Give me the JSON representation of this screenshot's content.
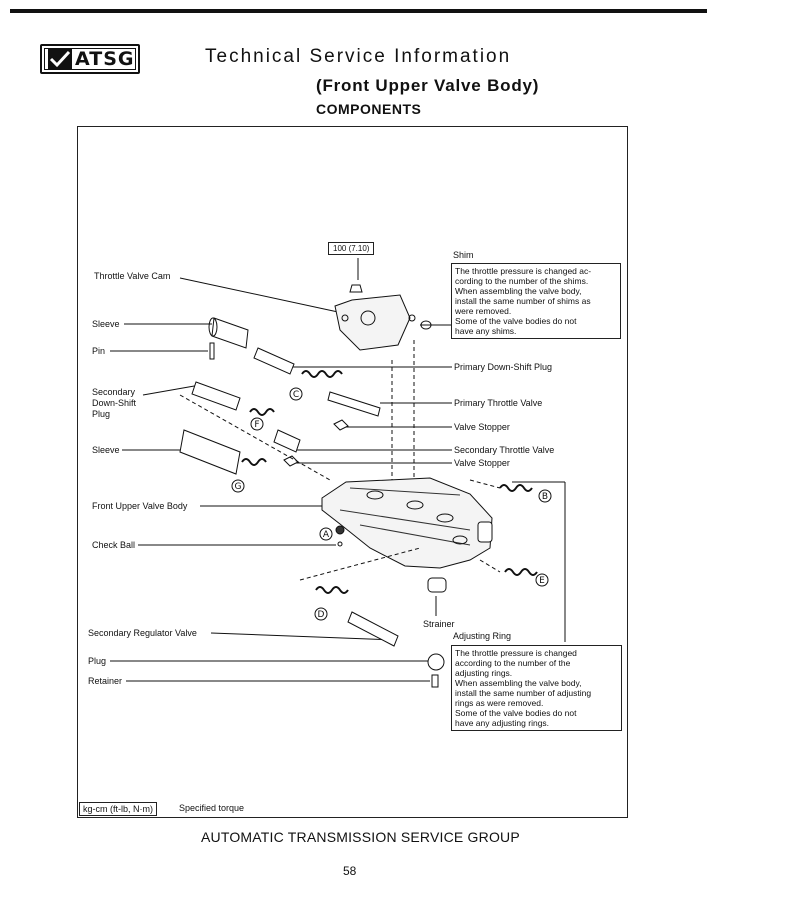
{
  "header": {
    "logo_text": "ATSG",
    "title": "Technical Service Information",
    "subtitle": "(Front Upper Valve Body)",
    "section": "COMPONENTS"
  },
  "diagram": {
    "torque_value": "100 (7.10)",
    "labels": {
      "throttle_valve_cam": "Throttle Valve Cam",
      "sleeve_1": "Sleeve",
      "pin": "Pin",
      "secondary_down_shift_plug": [
        "Secondary",
        "Down-Shift",
        "Plug"
      ],
      "sleeve_2": "Sleeve",
      "front_upper_valve_body": "Front Upper Valve Body",
      "check_ball": "Check Ball",
      "secondary_regulator_valve": "Secondary Regulator Valve",
      "plug": "Plug",
      "retainer": "Retainer",
      "shim": "Shim",
      "primary_down_shift_plug": "Primary Down-Shift Plug",
      "primary_throttle_valve": "Primary Throttle Valve",
      "valve_stopper_1": "Valve Stopper",
      "secondary_throttle_valve": "Secondary Throttle Valve",
      "valve_stopper_2": "Valve Stopper",
      "strainer": "Strainer",
      "adjusting_ring": "Adjusting Ring"
    },
    "spring_letters": [
      "A",
      "B",
      "C",
      "D",
      "E",
      "F",
      "G"
    ],
    "shim_note": [
      "The throttle pressure is changed ac-",
      "cording to the number of the shims.",
      "When assembling the valve body,",
      "install the same number of shims as",
      "were removed.",
      "Some of the valve bodies do not",
      "have any shims."
    ],
    "ring_note": [
      "The throttle pressure is changed",
      "according to the number of the",
      "adjusting rings.",
      "When assembling the valve body,",
      "install the same number of adjusting",
      "rings as were removed.",
      "Some of the valve bodies do not",
      "have any adjusting rings."
    ],
    "torque_legend_box": "kg-cm (ft-lb, N·m)",
    "torque_legend_text": "Specified torque"
  },
  "footer": {
    "organization": "AUTOMATIC TRANSMISSION SERVICE GROUP",
    "page_number": "58"
  }
}
